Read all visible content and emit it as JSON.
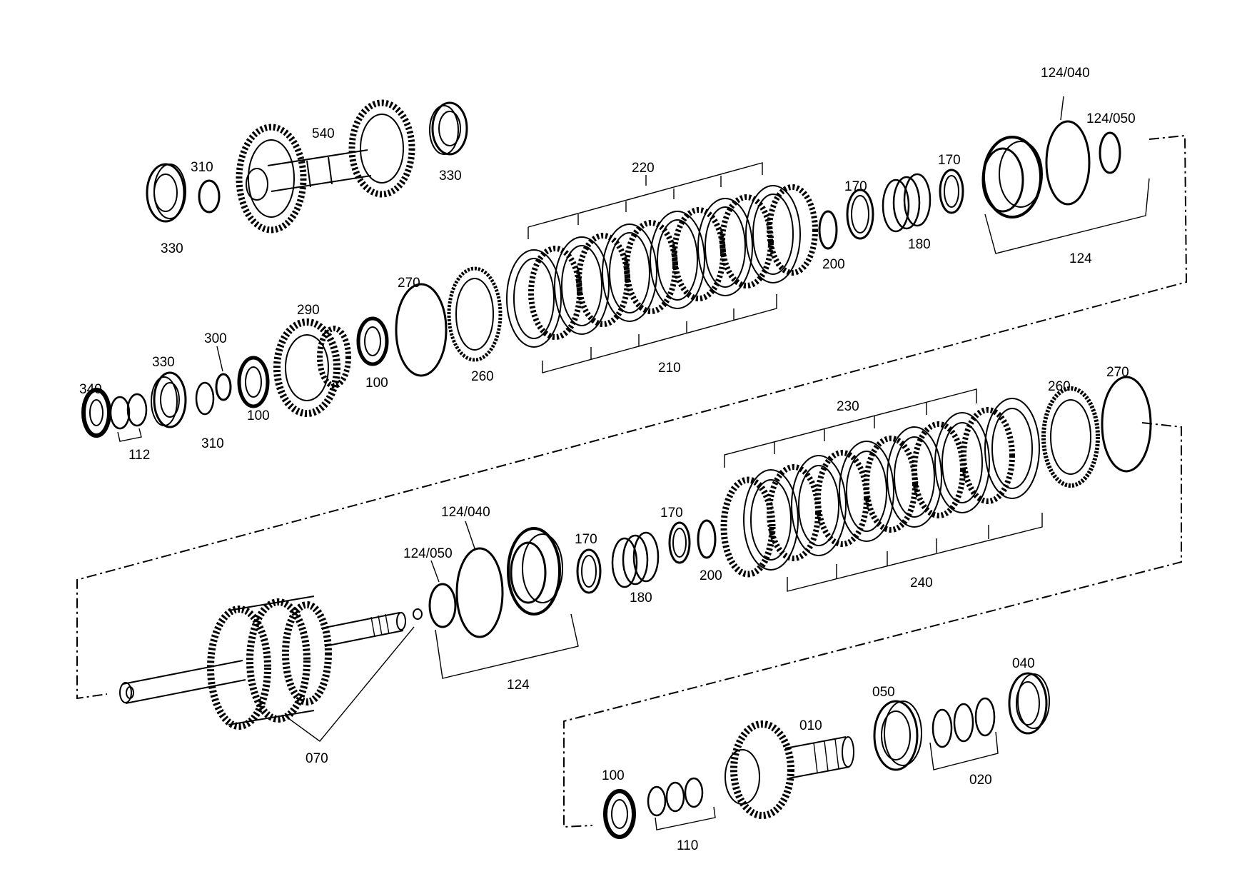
{
  "labels": {
    "top_shaft": "540",
    "top_310": "310",
    "top_330_left": "330",
    "top_330_right": "330",
    "clutch_220": "220",
    "clutch_210": "210",
    "ring_270_upper": "270",
    "ring_260_upper": "260",
    "gear_290": "290",
    "ring_300": "300",
    "brg_330_mid": "330",
    "brg_340": "340",
    "shim_112": "112",
    "ring_310_mid": "310",
    "brg_100_a": "100",
    "brg_100_b": "100",
    "snap_200_upper": "200",
    "ring_170_upper_a": "170",
    "ring_170_upper_b": "170",
    "spring_180_upper": "180",
    "piston_124_upper": "124",
    "seal_124_040_upper": "124/040",
    "seal_124_050_upper": "124/050",
    "clutch_230": "230",
    "clutch_240": "240",
    "ring_260_lower": "260",
    "ring_270_lower": "270",
    "ring_170_lower_a": "170",
    "ring_170_lower_b": "170",
    "spring_180_lower": "180",
    "snap_200_lower": "200",
    "seal_124_040_lower": "124/040",
    "seal_124_050_lower": "124/050",
    "piston_124_lower": "124",
    "shaft_070": "070",
    "gear_010": "010",
    "brg_050": "050",
    "brg_040": "040",
    "shim_020": "020",
    "brg_100_bottom": "100",
    "shim_110": "110"
  }
}
